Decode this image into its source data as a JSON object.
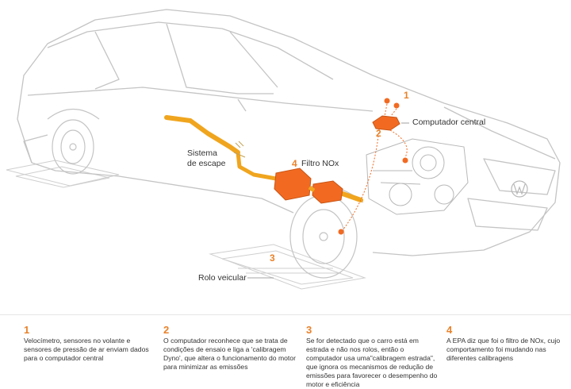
{
  "colors": {
    "accent": "#e8822a",
    "pipe": "#f0a51e",
    "outline": "#bfbfbf",
    "text": "#333333"
  },
  "labels": {
    "computer": "Computador central",
    "exhaust_line1": "Sistema",
    "exhaust_line2": "de escape",
    "nox_num": "4",
    "nox": "Filtro NOx",
    "roller_num": "3",
    "roller": "Rolo veicular",
    "num1": "1",
    "num2": "2"
  },
  "steps": [
    {
      "num": "1",
      "text": "Velocímetro, sensores no volante e sensores de pressão de ar enviam dados para o computador central"
    },
    {
      "num": "2",
      "text": "O computador reconhece que se trata de condições de ensaio e liga a 'calibragem Dyno', que altera o funcionamento do motor para minimizar as emissões"
    },
    {
      "num": "3",
      "text": "Se for detectado que o carro está em estrada e não nos rolos, então o computador usa uma\"calibragem estrada\", que ignora os mecanismos de redução de emissões para favorecer o desempenho do motor e eficiência"
    },
    {
      "num": "4",
      "text": "A EPA diz que foi o filtro de NOx, cujo comportamento foi mudando nas diferentes calibragens"
    }
  ]
}
